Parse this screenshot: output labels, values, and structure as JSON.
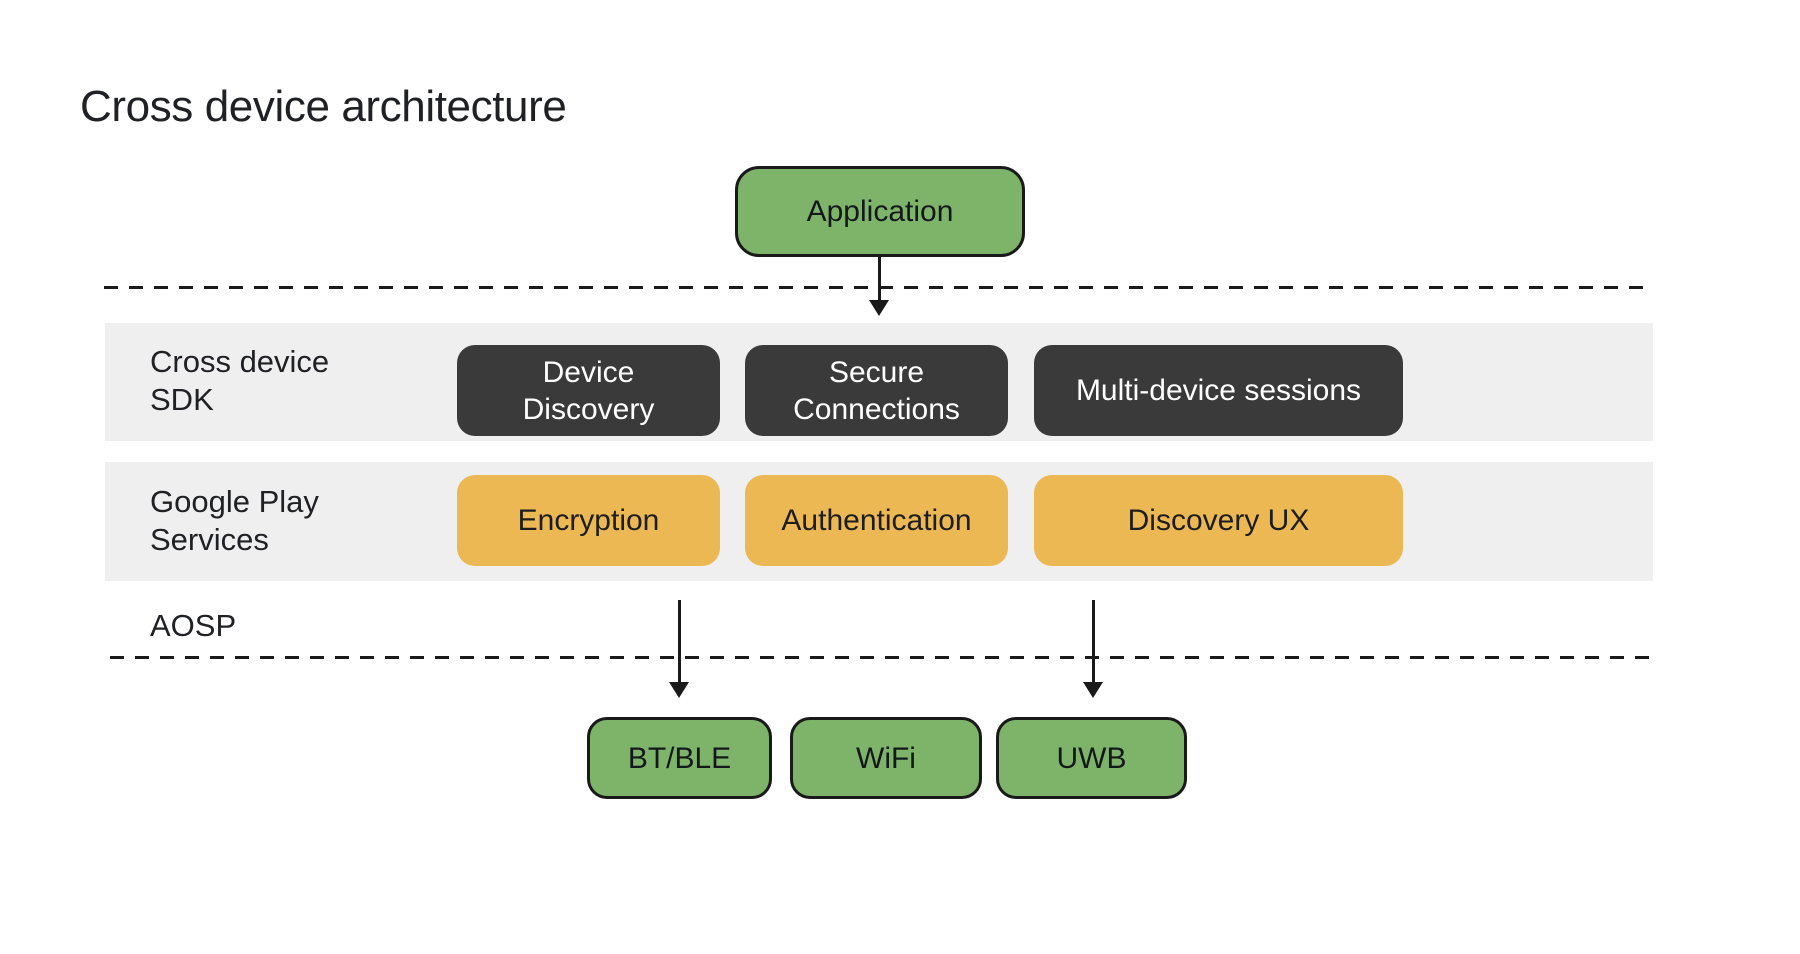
{
  "page": {
    "title": "Cross device architecture"
  },
  "application": {
    "label": "Application"
  },
  "sdk_layer": {
    "label_line1": "Cross device",
    "label_line2": "SDK",
    "boxes": [
      {
        "line1": "Device",
        "line2": "Discovery"
      },
      {
        "line1": "Secure",
        "line2": "Connections"
      },
      {
        "line1": "Multi-device sessions"
      }
    ]
  },
  "play_services_layer": {
    "label_line1": "Google Play",
    "label_line2": "Services",
    "boxes": [
      {
        "label": "Encryption"
      },
      {
        "label": "Authentication"
      },
      {
        "label": "Discovery UX"
      }
    ]
  },
  "aosp": {
    "label": "AOSP"
  },
  "transports": [
    {
      "label": "BT/BLE"
    },
    {
      "label": "WiFi"
    },
    {
      "label": "UWB"
    }
  ],
  "colors": {
    "green": "#7db46a",
    "yellow": "#ebb853",
    "dark": "#3a3a3a",
    "band": "#efefef",
    "line": "#1a1a1a",
    "text": "#202124"
  }
}
